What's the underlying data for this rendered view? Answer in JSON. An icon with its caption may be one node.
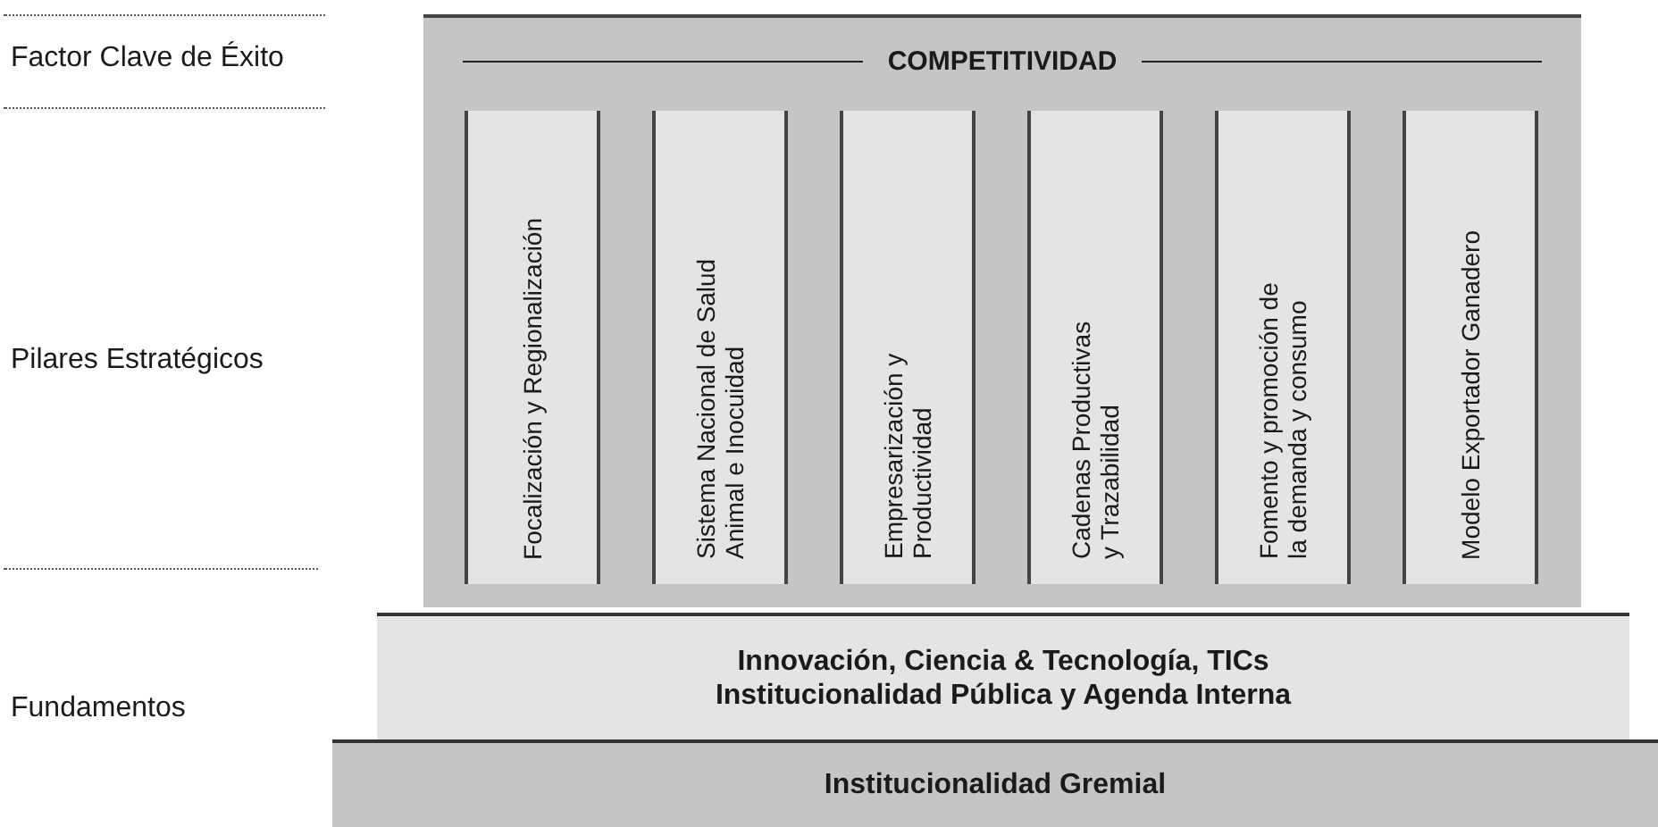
{
  "diagram": {
    "nodes": [
      {
        "text": [
          "COMPETITIVIDAD"
        ]
      },
      {
        "text": [
          "Focalización y Regionalización"
        ],
        "in": 0
      },
      {
        "text": [
          "Sistema Nacional de Salud Animal e Inocuidad"
        ],
        "in": 0
      },
      {
        "text": [
          "Empresarización y Productividad"
        ],
        "in": 0
      },
      {
        "text": [
          "Cadenas Productivas y Trazabilidad"
        ],
        "in": 0
      },
      {
        "text": [
          "Fomento y promoción de la demanda y consumo"
        ],
        "in": 0
      },
      {
        "text": [
          "Modelo Exportador Ganadero"
        ],
        "in": 0
      },
      {
        "text": [
          "Innovación, Ciencia & Tecnología, TICs",
          "Institucionalidad Pública y Agenda Interna"
        ]
      },
      {
        "text": [
          "Institucionalidad Gremial"
        ]
      }
    ],
    "labels": [
      "Factor Clave de Éxito",
      "Pilares Estratégicos",
      "Fundamentos"
    ]
  }
}
